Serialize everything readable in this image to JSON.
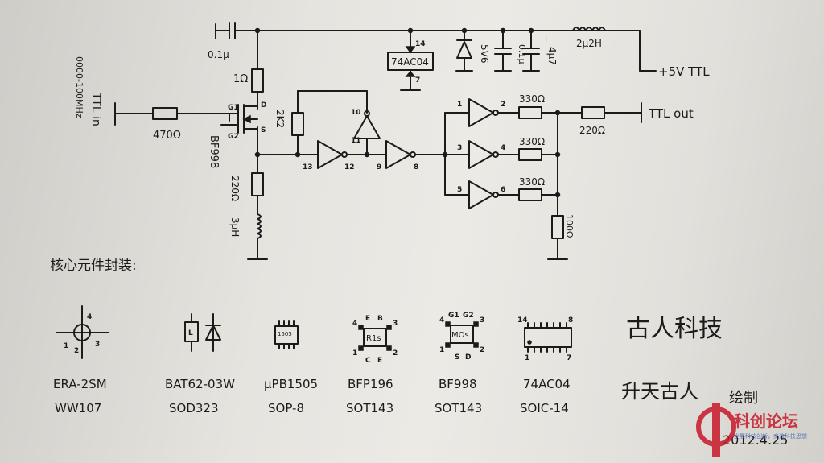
{
  "circuit": {
    "input_label": "TTL in",
    "freq_label": "0000-100MHz",
    "input_resistor": "470Ω",
    "transistor_name": "BF998",
    "transistor_pins": {
      "g1": "G1",
      "g2": "G2",
      "d": "D",
      "s": "S"
    },
    "cap_top": "0.1μ",
    "drain_resistor": "1Ω",
    "source_resistor": "220Ω",
    "source_inductor": "3μH",
    "feedback_resistor": "2K2",
    "ic_name": "74AC04",
    "ic_pin_vcc": "14",
    "ic_pin_gnd": "7",
    "zener": "5V6",
    "cap_a": "0.1μ",
    "cap_b": "4μ7",
    "inductor_top": "2μ2H",
    "supply_label": "+5V TTL",
    "output_label": "TTL out",
    "output_resistor": "220Ω",
    "buffer_resistor": "330Ω",
    "load_resistor": "100Ω",
    "pins": {
      "p1": "1",
      "p2": "2",
      "p3": "3",
      "p4": "4",
      "p5": "5",
      "p6": "6",
      "p8": "8",
      "p9": "9",
      "p10": "10",
      "p11": "11",
      "p12": "12",
      "p13": "13"
    }
  },
  "packages_heading": "核心元件封装:",
  "packages": [
    {
      "name": "ERA-2SM",
      "pkg": "WW107",
      "pins": [
        "1",
        "2",
        "3",
        "4"
      ]
    },
    {
      "name": "BAT62-03W",
      "pkg": "SOD323",
      "mark": "L"
    },
    {
      "name": "μPB1505",
      "pkg": "SOP-8",
      "mark": "1505"
    },
    {
      "name": "BFP196",
      "pkg": "SOT143",
      "mark": "R1s",
      "pins": [
        "4",
        "E",
        "B",
        "3",
        "1",
        "C",
        "E",
        "2"
      ]
    },
    {
      "name": "BF998",
      "pkg": "SOT143",
      "mark": "MOs",
      "pins": [
        "4",
        "G1",
        "G2",
        "3",
        "1",
        "S",
        "D",
        "2"
      ]
    },
    {
      "name": "74AC04",
      "pkg": "SOIC-14",
      "pins": [
        "14",
        "8",
        "1",
        "7"
      ]
    }
  ],
  "company": "古人科技",
  "author": "升天古人",
  "author_suffix": "绘制",
  "date": "2012.4.25",
  "watermark": {
    "title": "科创论坛",
    "subtitle": "发展科技创新，交流科技思想"
  }
}
